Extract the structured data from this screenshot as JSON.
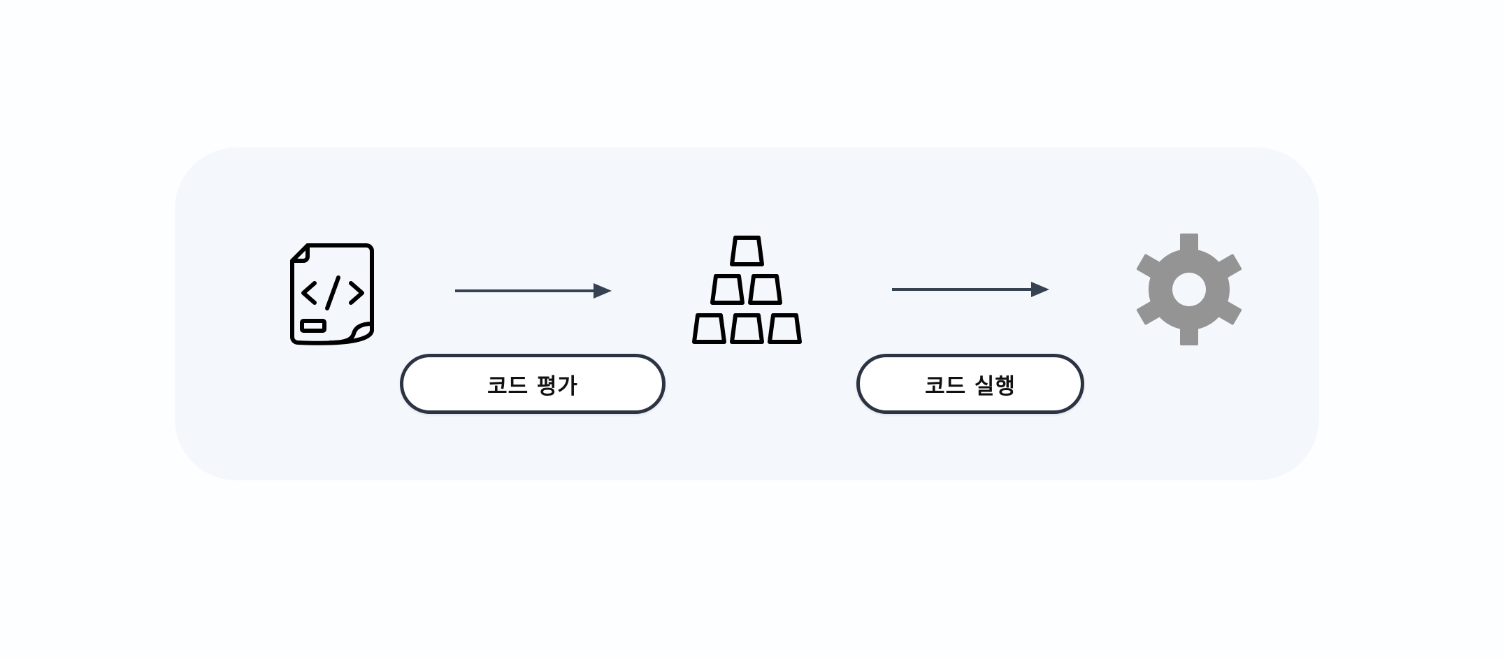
{
  "diagram": {
    "nodes": [
      {
        "id": "source",
        "icon": "code-file-icon"
      },
      {
        "id": "artifacts",
        "icon": "stacked-blocks-icon"
      },
      {
        "id": "runtime",
        "icon": "gear-icon"
      }
    ],
    "edges": [
      {
        "from": "source",
        "to": "artifacts",
        "label": "코드 평가"
      },
      {
        "from": "artifacts",
        "to": "runtime",
        "label": "코드 실행"
      }
    ]
  },
  "colors": {
    "panel_background": "#f4f7fb",
    "arrow": "#364152",
    "pill_border": "#2c3444",
    "gear": "#949494",
    "icon_stroke": "#000000"
  }
}
